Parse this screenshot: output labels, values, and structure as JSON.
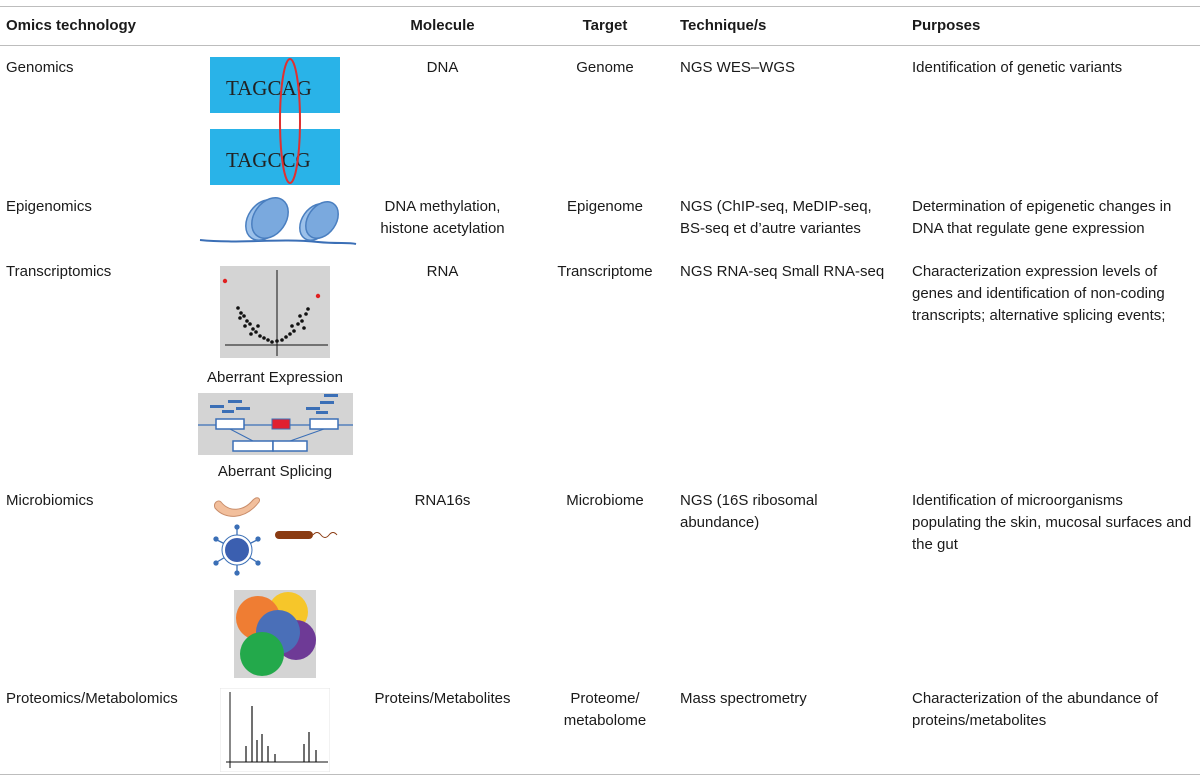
{
  "headers": {
    "technology": "Omics technology",
    "molecule": "Molecule",
    "target": "Target",
    "techniques": "Technique/s",
    "purposes": "Purposes"
  },
  "rows": [
    {
      "technology": "Genomics",
      "molecule": "DNA",
      "target": "Genome",
      "technique": "NGS WES–WGS",
      "purpose": "Identification of genetic variants",
      "figure": {
        "seq_top": "TAGCAG",
        "seq_bottom": "TAGCCG"
      }
    },
    {
      "technology": "Epigenomics",
      "molecule": "DNA methylation, histone acetylation",
      "target": "Epigenome",
      "technique": "NGS (ChIP-seq, MeDIP-seq, BS-seq et d’autre variantes",
      "purpose": "Determination of epigenetic changes in DNA that regulate gene expression"
    },
    {
      "technology": "Transcriptomics",
      "molecule": "RNA",
      "target": "Transcriptome",
      "technique": "NGS RNA-seq Small RNA-seq",
      "purpose": "Characterization expression levels of genes and identification of non-coding transcripts; alternative splicing events;",
      "figure": {
        "label1": "Aberrant Expression",
        "label2": "Aberrant Splicing"
      }
    },
    {
      "technology": "Microbiomics",
      "molecule": "RNA16s",
      "target": "Microbiome",
      "technique": "NGS (16S ribosomal abundance)",
      "purpose": "Identification of microorganisms populating the skin, mucosal surfaces and the gut"
    },
    {
      "technology": "Proteomics/Metabolomics",
      "molecule": "Proteins/Metabolites",
      "target": "Proteome/ metabolome",
      "technique": "Mass spectrometry",
      "purpose": "Characterization of the abundance of proteins/metabolites"
    }
  ],
  "colors": {
    "dna_box": "#29b3e8",
    "highlight": "#e03030",
    "rule": "#bdbdbd"
  }
}
